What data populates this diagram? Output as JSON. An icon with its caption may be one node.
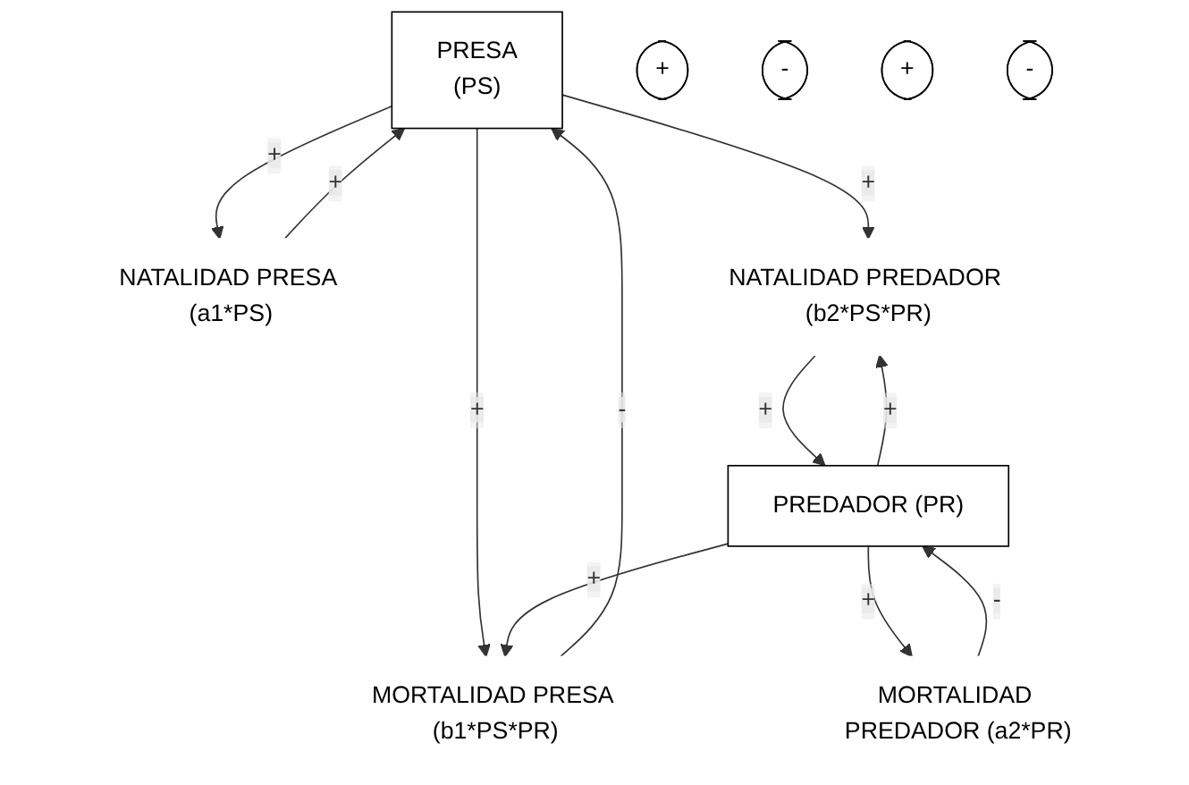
{
  "diagram": {
    "nodes": [
      {
        "text": [
          "PRESA",
          "(PS)"
        ]
      },
      {
        "text": [
          "NATALIDAD PRESA (a1*PS)"
        ]
      },
      {
        "text": [
          "MORTALIDAD PRESA (b1*PS*PR)"
        ]
      },
      {
        "text": [
          "PREDADOR (PR)"
        ]
      },
      {
        "text": [
          "NATALIDAD PREDADOR (b2*PS*PR)"
        ]
      },
      {
        "text": [
          "MORTALIDAD PREDADOR (a2*PR)"
        ]
      },
      {
        "text": [
          "+"
        ]
      },
      {
        "text": [
          "-"
        ]
      },
      {
        "text": [
          "+"
        ]
      },
      {
        "text": [
          "-"
        ]
      }
    ],
    "edges": [
      {
        "from": 1,
        "to": 0,
        "arrow": "to",
        "label": "+"
      },
      {
        "from": 0,
        "to": 1,
        "arrow": "to",
        "label": "+"
      },
      {
        "from": 2,
        "to": 0,
        "arrow": "to",
        "label": "-"
      },
      {
        "from": 0,
        "to": 2,
        "arrow": "to",
        "label": "+"
      },
      {
        "from": 3,
        "to": 2,
        "arrow": "to",
        "label": "+"
      },
      {
        "from": 0,
        "to": 4,
        "arrow": "to",
        "label": "+"
      },
      {
        "from": 4,
        "to": 3,
        "arrow": "to",
        "label": "+"
      },
      {
        "from": 3,
        "to": 4,
        "arrow": "to",
        "label": "+"
      },
      {
        "from": 5,
        "to": 3,
        "arrow": "to",
        "label": "-"
      },
      {
        "from": 3,
        "to": 5,
        "arrow": "to",
        "label": "+"
      }
    ]
  }
}
